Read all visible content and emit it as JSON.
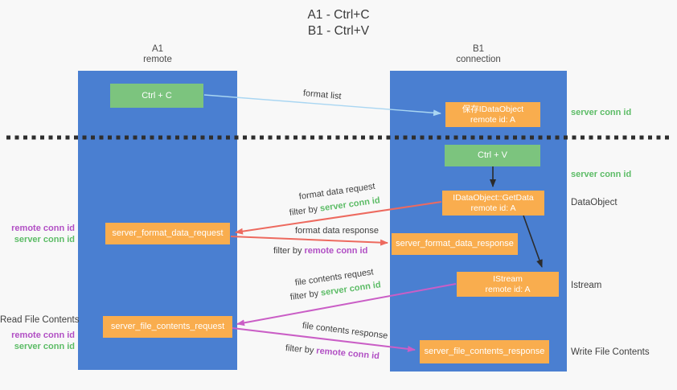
{
  "title": {
    "line1": "A1 - Ctrl+C",
    "line2": "B1 - Ctrl+V"
  },
  "lifelines": {
    "left": {
      "id": "A1",
      "role": "remote"
    },
    "right": {
      "id": "B1",
      "role": "connection"
    }
  },
  "nodes": {
    "ctrl_c": {
      "label": "Ctrl + C"
    },
    "ctrl_v": {
      "label": "Ctrl + V"
    },
    "save_dataobject": {
      "line1": "保存IDataObject",
      "line2": "remote id: A"
    },
    "getdata": {
      "line1": "IDataObject::GetData",
      "line2": "remote id: A"
    },
    "istream": {
      "line1": "IStream",
      "line2": "remote id: A"
    },
    "format_request": {
      "label": "server_format_data_request"
    },
    "format_response": {
      "label": "server_format_data_response"
    },
    "file_request": {
      "label": "server_file_contents_request"
    },
    "file_response": {
      "label": "server_file_contents_response"
    }
  },
  "edge_labels": {
    "format_list": "format list",
    "format_data_request": "format data request",
    "format_data_response": "format data response",
    "file_contents_request": "file contents request",
    "file_contents_response": "file contents response",
    "filter_by": "filter by",
    "server_conn_id": "server conn id",
    "remote_conn_id": "remote conn id"
  },
  "side_labels": {
    "left_remote_conn_id": "remote conn id",
    "left_server_conn_id": "server conn id",
    "read_file_contents": "Read File Contents",
    "right_server_conn_id": "server conn id",
    "dataobject": "DataObject",
    "istream": "Istream",
    "write_file_contents": "Write File Contents"
  },
  "colors": {
    "lifeline_blue": "#4a7fd1",
    "node_green": "#7cc47e",
    "node_orange": "#f9ad4e",
    "arrow_red": "#ed6a5f",
    "arrow_pink": "#ca5ec6",
    "arrow_lightblue": "#a9d6f2",
    "arrow_black": "#2b2b2b",
    "text_green": "#5cbc66",
    "text_purple": "#b14fc4",
    "text_dark": "#3f3f3f",
    "background": "#f8f8f8"
  }
}
